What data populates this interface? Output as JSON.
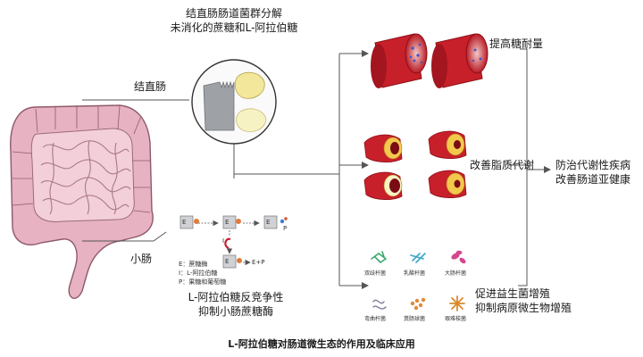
{
  "labels": {
    "colon_decomp_1": "结直肠肠道菌群分解",
    "colon_decomp_2": "未消化的蔗糖和L-阿拉伯糖",
    "colon": "结直肠",
    "small_intestine": "小肠",
    "improve_glucose": "提高糖耐量",
    "improve_lipid": "改善脂质代谢",
    "prevent_1": "防治代谢性疾病",
    "prevent_2": "改善肠道亚健康",
    "probiotic_1": "促进益生菌增殖",
    "probiotic_2": "抑制病原微生物增殖",
    "enzyme_1": "L-阿拉伯糖反竞争性",
    "enzyme_2": "抑制小肠蔗糖酶",
    "caption": "L-阿拉伯糖对肠道微生态的作用及临床应用"
  },
  "enzyme": {
    "e": "E",
    "i": "I",
    "p": "P",
    "ep": "E+P",
    "legend_e": "E：蔗糖酶",
    "legend_i": "I：L-阿拉伯糖",
    "legend_p": "P：果糖和葡萄糖"
  },
  "bacteria": {
    "row1": [
      "双歧杆菌",
      "乳酸杆菌",
      "大肠杆菌"
    ],
    "row2": [
      "弯曲杆菌",
      "粪肠球菌",
      "艰难梭菌"
    ]
  },
  "colors": {
    "line": "#555555",
    "vessel_red": "#c8202a",
    "vessel_dark": "#8e0f18",
    "intestine_pink": "#e8b6c4",
    "plaque_yellow": "#f2c94c"
  }
}
